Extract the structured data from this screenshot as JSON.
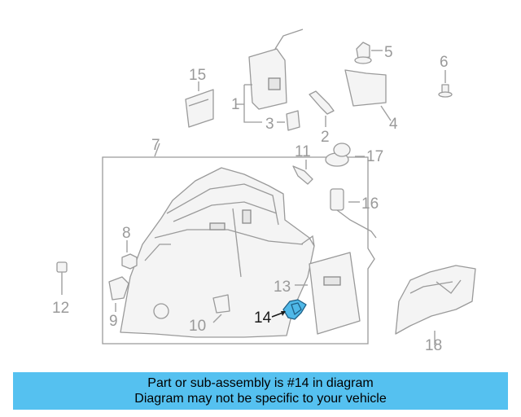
{
  "diagram": {
    "callouts": {
      "c1": "1",
      "c2": "2",
      "c3": "3",
      "c4": "4",
      "c5": "5",
      "c6": "6",
      "c7": "7",
      "c8": "8",
      "c9": "9",
      "c10": "10",
      "c11": "11",
      "c12": "12",
      "c13": "13",
      "c14": "14",
      "c15": "15",
      "c16": "16",
      "c17": "17",
      "c18": "18"
    },
    "highlighted_part": "14",
    "highlight_color": "#4fb8e8"
  },
  "banner": {
    "line1": "Part or sub-assembly is #14 in diagram",
    "line2": "Diagram may not be specific to your vehicle",
    "background": "#55c1f0"
  }
}
